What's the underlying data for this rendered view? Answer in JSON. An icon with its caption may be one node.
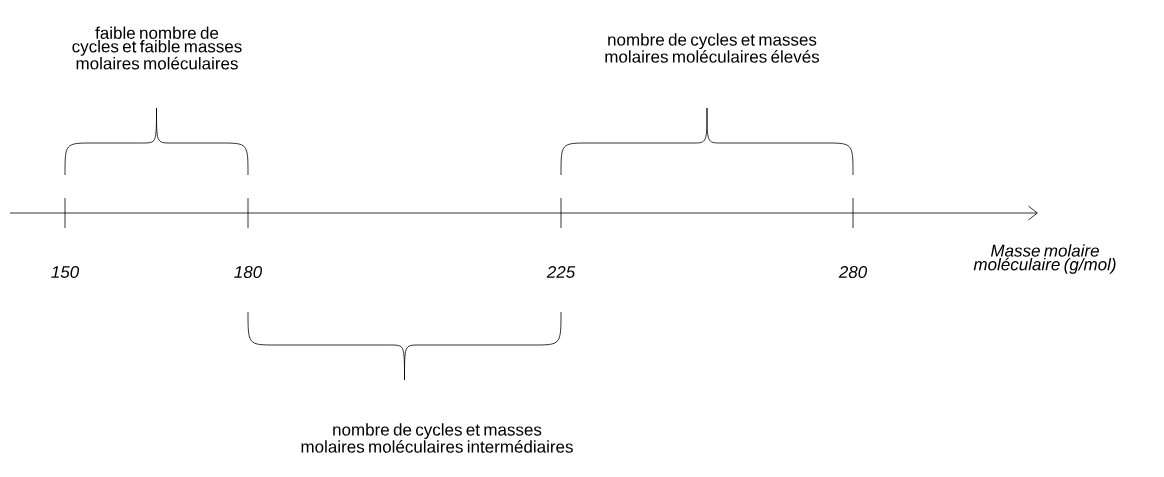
{
  "diagram": {
    "labels": [
      "faible nombre de cycles et faible masses molaires moléculaires",
      "nombre de cycles et masses molaires moléculaires élevés",
      "Masse molaire moléculaire (g/mol)",
      "150",
      "180",
      "225",
      "280",
      "nombre de cycles et masses molaires moléculaires intermédiaires"
    ]
  }
}
